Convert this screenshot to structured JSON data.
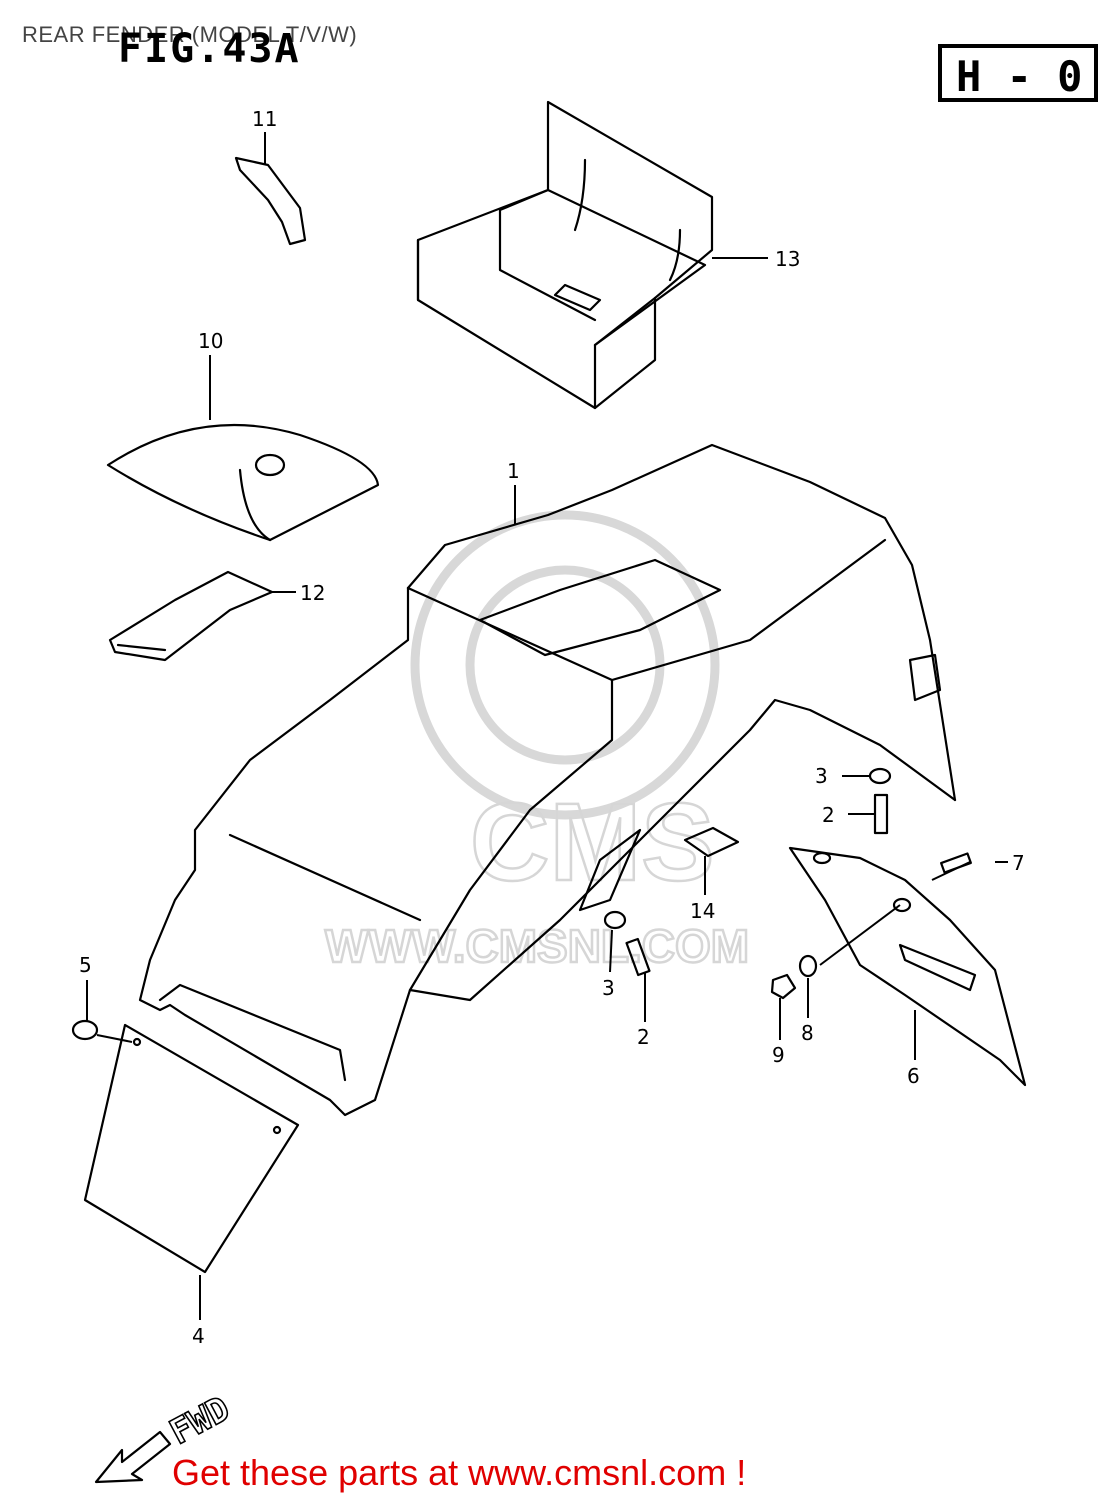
{
  "title": "REAR FENDER (MODEL T/V/W)",
  "figure_label": "FIG.43A",
  "page_code": "H - 0",
  "watermark_url": "WWW.CMSNL.COM",
  "watermark_logo": "CMS",
  "forward_label": "FWD",
  "footer_text": "Get these parts at www.cmsnl.com !",
  "callouts": [
    "1",
    "2",
    "2",
    "3",
    "3",
    "4",
    "5",
    "6",
    "7",
    "8",
    "9",
    "10",
    "11",
    "12",
    "13",
    "14"
  ],
  "colors": {
    "footer": "#e00000",
    "lines": "#000000",
    "watermark": "#d8d8d8"
  }
}
